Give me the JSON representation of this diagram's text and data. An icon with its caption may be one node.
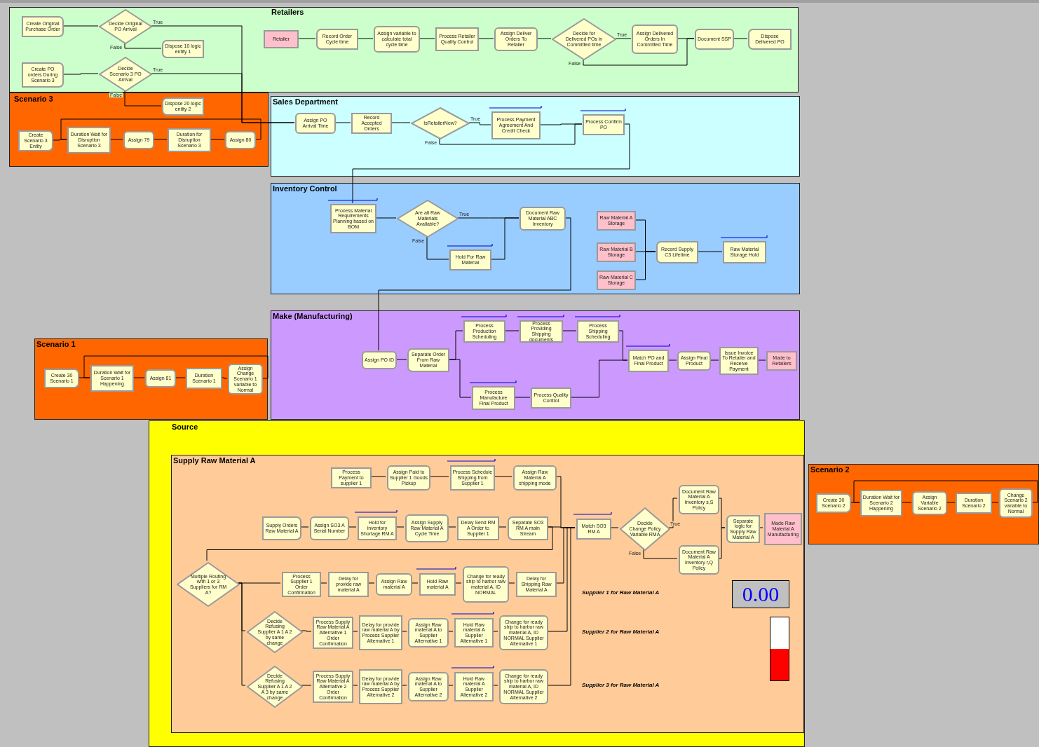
{
  "diagram": {
    "nodes": [
      {
        "text": [
          "Scenario 3"
        ]
      },
      {
        "text": [
          "Retailers"
        ]
      },
      {
        "text": [
          "Sales Department"
        ]
      },
      {
        "text": [
          "Inventory Control"
        ]
      },
      {
        "text": [
          "Make (Manufacturing)"
        ]
      },
      {
        "text": [
          "Scenario 1"
        ]
      },
      {
        "text": [
          "Source"
        ]
      },
      {
        "text": [
          "Supply Raw Material A"
        ],
        "in": 6
      },
      {
        "text": [
          "Scenario 2"
        ]
      },
      {
        "text": [
          "Create Original Purchase Order"
        ],
        "in": 1
      },
      {
        "text": [
          "Decide Original PO Arrival"
        ],
        "in": 1
      },
      {
        "text": [
          "Dispose 10 logic entity 1"
        ],
        "in": 1
      },
      {
        "text": [
          "Create PO orders During Scenario 3"
        ],
        "in": 1
      },
      {
        "text": [
          "Decide Scenario 3 PO Arrival"
        ],
        "in": 1
      },
      {
        "text": [
          "Dispose 20 logic entity 2"
        ],
        "in": 0
      },
      {
        "text": [
          "Retailer"
        ],
        "in": 1
      },
      {
        "text": [
          "Record Order Cycle time"
        ],
        "in": 1
      },
      {
        "text": [
          "Assign variable to calculate total cycle time"
        ],
        "in": 1
      },
      {
        "text": [
          "Process Retailer Quality Control"
        ],
        "in": 1
      },
      {
        "text": [
          "Assign Deliver Orders To Retailer"
        ],
        "in": 1
      },
      {
        "text": [
          "Decide for Delivered POs in Committed time"
        ],
        "in": 1
      },
      {
        "text": [
          "Assign Delivered Orders In Committed Time"
        ],
        "in": 1
      },
      {
        "text": [
          "Document SSP"
        ],
        "in": 1
      },
      {
        "text": [
          "Dispose Delivered PO"
        ],
        "in": 1
      },
      {
        "text": [
          "Create Scenario 3 Entity"
        ],
        "in": 0
      },
      {
        "text": [
          "Duration Wait for Disruption Scenario 3"
        ],
        "in": 0
      },
      {
        "text": [
          "Assign 79"
        ],
        "in": 0
      },
      {
        "text": [
          "Duration for Disruption Scenario 3"
        ],
        "in": 0
      },
      {
        "text": [
          "Assign 80"
        ],
        "in": 0
      },
      {
        "text": [
          "Assign PO Arrival Time"
        ],
        "in": 2
      },
      {
        "text": [
          "Record Accepted Orders"
        ],
        "in": 2
      },
      {
        "text": [
          "IsRetailerNew?"
        ],
        "in": 2
      },
      {
        "text": [
          "Process Payment Agreement And Credit Check"
        ],
        "in": 2
      },
      {
        "text": [
          "Process Confirm PO"
        ],
        "in": 2
      },
      {
        "text": [
          "Process Material Requirements Planning based on BOM"
        ],
        "in": 3
      },
      {
        "text": [
          "Are all Raw Materials Available?"
        ],
        "in": 3
      },
      {
        "text": [
          "Hold For Raw Material"
        ],
        "in": 3
      },
      {
        "text": [
          "Document Raw Material ABC Inventory"
        ],
        "in": 3
      },
      {
        "text": [
          "Raw Material A Storage"
        ],
        "in": 3
      },
      {
        "text": [
          "Raw Material B Storage"
        ],
        "in": 3
      },
      {
        "text": [
          "Raw Material C Storage"
        ],
        "in": 3
      },
      {
        "text": [
          "Record Supply C3 Lifetime"
        ],
        "in": 3
      },
      {
        "text": [
          "Raw Material Storage Hold"
        ],
        "in": 3
      },
      {
        "text": [
          "Assign PO ID"
        ],
        "in": 4
      },
      {
        "text": [
          "Separate Order From Raw Material"
        ],
        "in": 4
      },
      {
        "text": [
          "Process Production Scheduling"
        ],
        "in": 4
      },
      {
        "text": [
          "Process Providing Shipping documents"
        ],
        "in": 4
      },
      {
        "text": [
          "Process Shipping Scheduling"
        ],
        "in": 4
      },
      {
        "text": [
          "Process Manufacture Final Product"
        ],
        "in": 4
      },
      {
        "text": [
          "Process Quality Control"
        ],
        "in": 4
      },
      {
        "text": [
          "Match PO and Final Product"
        ],
        "in": 4
      },
      {
        "text": [
          "Assign Final Product"
        ],
        "in": 4
      },
      {
        "text": [
          "Issue Invoice To Retailer and Receive Payment"
        ],
        "in": 4
      },
      {
        "text": [
          "Made to Retailers"
        ],
        "in": 4
      },
      {
        "text": [
          "Create 30 Scenario 1"
        ],
        "in": 5
      },
      {
        "text": [
          "Duration Wait for Scenario 1 Happening"
        ],
        "in": 5
      },
      {
        "text": [
          "Assign 81"
        ],
        "in": 5
      },
      {
        "text": [
          "Duration Scenario 1"
        ],
        "in": 5
      },
      {
        "text": [
          "Assign Change Scenario 1 variable to Normal"
        ],
        "in": 5
      },
      {
        "text": [
          "Create 30 Scenario 2"
        ],
        "in": 8
      },
      {
        "text": [
          "Duration Wait for Scenario 2 Happening"
        ],
        "in": 8
      },
      {
        "text": [
          "Assign Variable Scenario 2"
        ],
        "in": 8
      },
      {
        "text": [
          "Duration Scenario 2"
        ],
        "in": 8
      },
      {
        "text": [
          "Change Scenario 2 variable to Normal"
        ],
        "in": 8
      },
      {
        "text": [
          "Process Payment to supplier 1"
        ],
        "in": 7
      },
      {
        "text": [
          "Assign Paid to Supplier 1 Goods Pickup"
        ],
        "in": 7
      },
      {
        "text": [
          "Process Schedule Shipping from Supplier 1"
        ],
        "in": 7
      },
      {
        "text": [
          "Assign Raw Material A shipping mode"
        ],
        "in": 7
      },
      {
        "text": [
          "Supply Orders Raw Material A"
        ],
        "in": 7
      },
      {
        "text": [
          "Assign SO3 A Serial Number"
        ],
        "in": 7
      },
      {
        "text": [
          "Hold for inventory Shortage RM A"
        ],
        "in": 7
      },
      {
        "text": [
          "Assign Supply Raw Material A Cycle Time"
        ],
        "in": 7
      },
      {
        "text": [
          "Delay Send RM A Order to Supplier 1"
        ],
        "in": 7
      },
      {
        "text": [
          "Separate SO3 RM A main Stream"
        ],
        "in": 7
      },
      {
        "text": [
          "Match SO3 RM A"
        ],
        "in": 7
      },
      {
        "text": [
          "Decide Change Policy Variable RMA"
        ],
        "in": 7
      },
      {
        "text": [
          "Document Raw Material A Inventory s,S Policy"
        ],
        "in": 7
      },
      {
        "text": [
          "Document Raw Material A Inventory r,Q Policy"
        ],
        "in": 7
      },
      {
        "text": [
          "Separate logic for Supply Raw Material A"
        ],
        "in": 7
      },
      {
        "text": [
          "Made Raw Material A Manufacturing"
        ],
        "in": 7
      },
      {
        "text": [
          "Multiple Routing with 1 or 3 Suppliers for RM A?"
        ],
        "in": 7
      },
      {
        "text": [
          "Process Supplier 1 Order Confirmation"
        ],
        "in": 7
      },
      {
        "text": [
          "Delay for provide raw material A"
        ],
        "in": 7
      },
      {
        "text": [
          "Assign Raw material A"
        ],
        "in": 7
      },
      {
        "text": [
          "Hold Raw material A"
        ],
        "in": 7
      },
      {
        "text": [
          "Change for ready ship to harbor raw material A, ID NORMAL"
        ],
        "in": 7
      },
      {
        "text": [
          "Delay for Shipping Raw Material A"
        ],
        "in": 7
      },
      {
        "text": [
          "Decide Refusing Supplier A 1 A 2 by same change"
        ],
        "in": 7
      },
      {
        "text": [
          "Process Supply Raw Material A Alternative 1 Order Confirmation"
        ],
        "in": 7
      },
      {
        "text": [
          "Delay for provide raw material A by Process Supplier Alternative 1"
        ],
        "in": 7
      },
      {
        "text": [
          "Assign Raw material A to Supplier Alternative 1"
        ],
        "in": 7
      },
      {
        "text": [
          "Hold Raw material A Supplier Alternative 1"
        ],
        "in": 7
      },
      {
        "text": [
          "Change for ready ship to harbor raw material A, ID NORMAL Supplier Alternative 1"
        ],
        "in": 7
      },
      {
        "text": [
          "Decide Refusing Supplier A 1 A 2 A 3 by same change"
        ],
        "in": 7
      },
      {
        "text": [
          "Process Supply Raw Material A Alternative 2 Order Confirmation"
        ],
        "in": 7
      },
      {
        "text": [
          "Delay for provide raw material A by Process Supplier Alternative 2"
        ],
        "in": 7
      },
      {
        "text": [
          "Assign Raw material A to Supplier Alternative 2"
        ],
        "in": 7
      },
      {
        "text": [
          "Hold Raw material A Supplier Alternative 2"
        ],
        "in": 7
      },
      {
        "text": [
          "Change for ready ship to harbor raw material A, ID NORMAL Supplier Alternative 2"
        ],
        "in": 7
      },
      {
        "text": [
          "0.00"
        ],
        "in": 7
      },
      {
        "text": [],
        "shape": "bar",
        "in": 7
      }
    ],
    "edges": [
      {
        "from": 9,
        "to": 10,
        "arrow": "none"
      },
      {
        "from": 10,
        "to": 29,
        "arrow": "none",
        "label": "True"
      },
      {
        "from": 10,
        "to": 11,
        "arrow": "none",
        "label": "False"
      },
      {
        "from": 12,
        "to": 13,
        "arrow": "none"
      },
      {
        "from": 13,
        "to": 29,
        "arrow": "none",
        "label": "True"
      },
      {
        "from": 13,
        "to": 14,
        "arrow": "none",
        "label": "False"
      },
      {
        "from": 15,
        "to": 16,
        "arrow": "none"
      },
      {
        "from": 16,
        "to": 17,
        "arrow": "none"
      },
      {
        "from": 17,
        "to": 18,
        "arrow": "none"
      },
      {
        "from": 18,
        "to": 19,
        "arrow": "none"
      },
      {
        "from": 19,
        "to": 20,
        "arrow": "none"
      },
      {
        "from": 20,
        "to": 21,
        "arrow": "none",
        "label": "True"
      },
      {
        "from": 20,
        "to": 22,
        "arrow": "none",
        "label": "False"
      },
      {
        "from": 21,
        "to": 22,
        "arrow": "none"
      },
      {
        "from": 22,
        "to": 23,
        "arrow": "none"
      },
      {
        "from": 24,
        "to": 25,
        "arrow": "none"
      },
      {
        "from": 25,
        "to": 26,
        "arrow": "none"
      },
      {
        "from": 26,
        "to": 27,
        "arrow": "none"
      },
      {
        "from": 27,
        "to": 28,
        "arrow": "none"
      },
      {
        "from": 28,
        "to": 25,
        "arrow": "none"
      },
      {
        "from": 29,
        "to": 30,
        "arrow": "none"
      },
      {
        "from": 30,
        "to": 31,
        "arrow": "none"
      },
      {
        "from": 31,
        "to": 32,
        "arrow": "none",
        "label": "True"
      },
      {
        "from": 31,
        "to": 33,
        "arrow": "none",
        "label": "False"
      },
      {
        "from": 32,
        "to": 33,
        "arrow": "none"
      },
      {
        "from": 33,
        "to": 34,
        "arrow": "none"
      },
      {
        "from": 34,
        "to": 35,
        "arrow": "none"
      },
      {
        "from": 35,
        "to": 37,
        "arrow": "none",
        "label": "True"
      },
      {
        "from": 35,
        "to": 36,
        "arrow": "none",
        "label": "False"
      },
      {
        "from": 36,
        "to": 37,
        "arrow": "none"
      },
      {
        "from": 37,
        "to": 43,
        "arrow": "none"
      },
      {
        "from": 38,
        "to": 41,
        "arrow": "none"
      },
      {
        "from": 39,
        "to": 41,
        "arrow": "none"
      },
      {
        "from": 40,
        "to": 41,
        "arrow": "none"
      },
      {
        "from": 41,
        "to": 42,
        "arrow": "none"
      },
      {
        "from": 43,
        "to": 44,
        "arrow": "none"
      },
      {
        "from": 44,
        "to": 45,
        "arrow": "none"
      },
      {
        "from": 44,
        "to": 48,
        "arrow": "none"
      },
      {
        "from": 45,
        "to": 46,
        "arrow": "none"
      },
      {
        "from": 46,
        "to": 47,
        "arrow": "none"
      },
      {
        "from": 47,
        "to": 50,
        "arrow": "none"
      },
      {
        "from": 48,
        "to": 49,
        "arrow": "none"
      },
      {
        "from": 49,
        "to": 50,
        "arrow": "none"
      },
      {
        "from": 50,
        "to": 51,
        "arrow": "none"
      },
      {
        "from": 51,
        "to": 52,
        "arrow": "none"
      },
      {
        "from": 52,
        "to": 53,
        "arrow": "none"
      },
      {
        "from": 54,
        "to": 55,
        "arrow": "none"
      },
      {
        "from": 55,
        "to": 56,
        "arrow": "none"
      },
      {
        "from": 56,
        "to": 57,
        "arrow": "none"
      },
      {
        "from": 57,
        "to": 58,
        "arrow": "none"
      },
      {
        "from": 58,
        "to": 55,
        "arrow": "none"
      },
      {
        "from": 59,
        "to": 60,
        "arrow": "none"
      },
      {
        "from": 60,
        "to": 61,
        "arrow": "none"
      },
      {
        "from": 61,
        "to": 62,
        "arrow": "none"
      },
      {
        "from": 62,
        "to": 63,
        "arrow": "none"
      },
      {
        "from": 63,
        "to": 60,
        "arrow": "none"
      },
      {
        "from": 64,
        "to": 65,
        "arrow": "none"
      },
      {
        "from": 65,
        "to": 66,
        "arrow": "none"
      },
      {
        "from": 66,
        "to": 67,
        "arrow": "none"
      },
      {
        "from": 67,
        "to": 74,
        "arrow": "none"
      },
      {
        "from": 68,
        "to": 69,
        "arrow": "none"
      },
      {
        "from": 69,
        "to": 70,
        "arrow": "none"
      },
      {
        "from": 70,
        "to": 71,
        "arrow": "none"
      },
      {
        "from": 71,
        "to": 72,
        "arrow": "none"
      },
      {
        "from": 72,
        "to": 73,
        "arrow": "none"
      },
      {
        "from": 73,
        "to": 74,
        "arrow": "none"
      },
      {
        "from": 73,
        "to": 80,
        "arrow": "none"
      },
      {
        "from": 74,
        "to": 75,
        "arrow": "none"
      },
      {
        "from": 75,
        "to": 76,
        "arrow": "none",
        "label": "True"
      },
      {
        "from": 75,
        "to": 77,
        "arrow": "none",
        "label": "False"
      },
      {
        "from": 76,
        "to": 78,
        "arrow": "none"
      },
      {
        "from": 77,
        "to": 78,
        "arrow": "none"
      },
      {
        "from": 78,
        "to": 79,
        "arrow": "none"
      },
      {
        "from": 80,
        "to": 81,
        "arrow": "none"
      },
      {
        "from": 80,
        "to": 87,
        "arrow": "none"
      },
      {
        "from": 80,
        "to": 93,
        "arrow": "none"
      },
      {
        "from": 81,
        "to": 82,
        "arrow": "none"
      },
      {
        "from": 82,
        "to": 83,
        "arrow": "none"
      },
      {
        "from": 83,
        "to": 84,
        "arrow": "none"
      },
      {
        "from": 84,
        "to": 85,
        "arrow": "none"
      },
      {
        "from": 85,
        "to": 86,
        "arrow": "none"
      },
      {
        "from": 86,
        "to": 74,
        "arrow": "none"
      },
      {
        "from": 87,
        "to": 88,
        "arrow": "none"
      },
      {
        "from": 88,
        "to": 89,
        "arrow": "none"
      },
      {
        "from": 89,
        "to": 90,
        "arrow": "none"
      },
      {
        "from": 90,
        "to": 91,
        "arrow": "none"
      },
      {
        "from": 91,
        "to": 92,
        "arrow": "none"
      },
      {
        "from": 92,
        "to": 74,
        "arrow": "none"
      },
      {
        "from": 93,
        "to": 94,
        "arrow": "none"
      },
      {
        "from": 94,
        "to": 95,
        "arrow": "none"
      },
      {
        "from": 95,
        "to": 96,
        "arrow": "none"
      },
      {
        "from": 96,
        "to": 97,
        "arrow": "none"
      },
      {
        "from": 97,
        "to": 98,
        "arrow": "none"
      },
      {
        "from": 98,
        "to": 74,
        "arrow": "none"
      }
    ],
    "labels": [
      "Supplier 1 for Raw Material A",
      "Supplier 2 for Raw Material A",
      "Supplier 3 for Raw Material A"
    ]
  }
}
